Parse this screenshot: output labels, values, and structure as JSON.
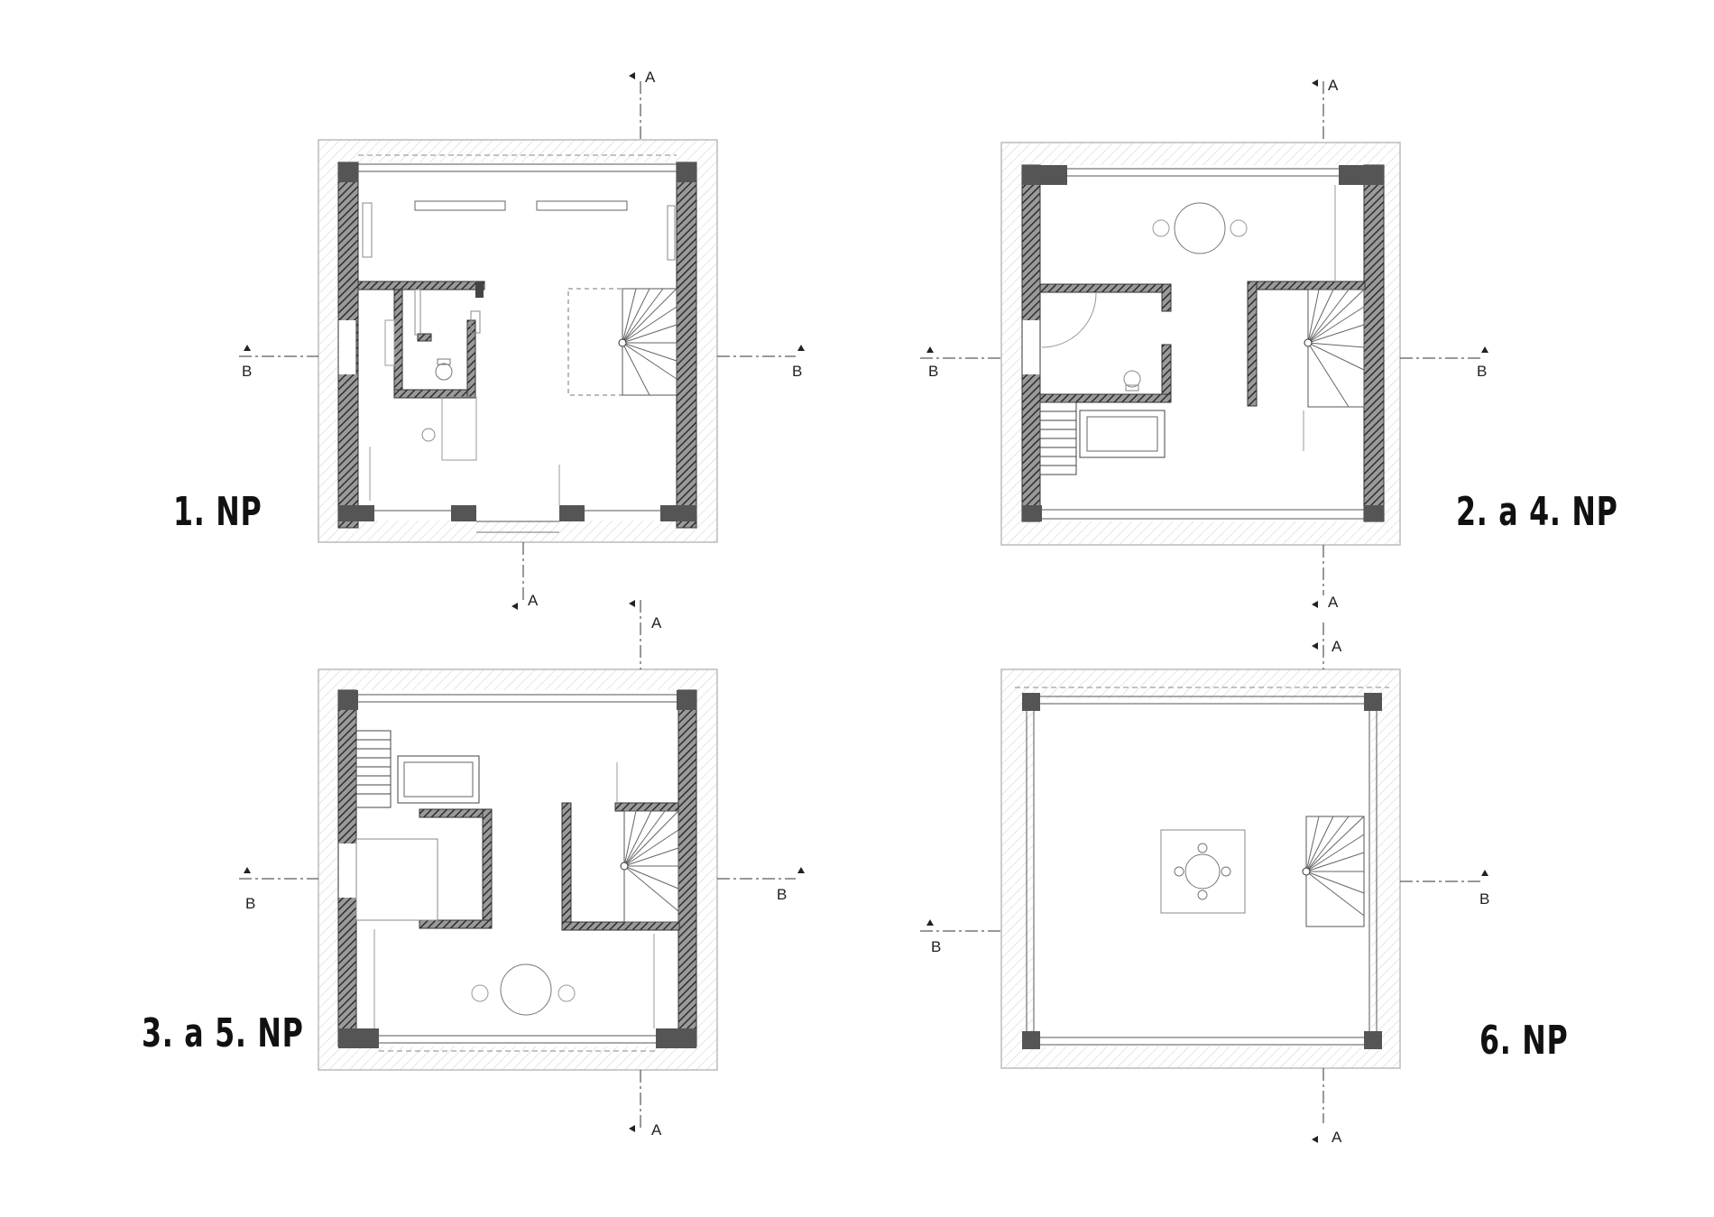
{
  "plans": [
    {
      "label": "1. NP"
    },
    {
      "label": "2. a 4. NP"
    },
    {
      "label": "3. a 5. NP"
    },
    {
      "label": "6. NP"
    }
  ],
  "section_marks": {
    "longitudinal": "A",
    "transverse": "B"
  }
}
